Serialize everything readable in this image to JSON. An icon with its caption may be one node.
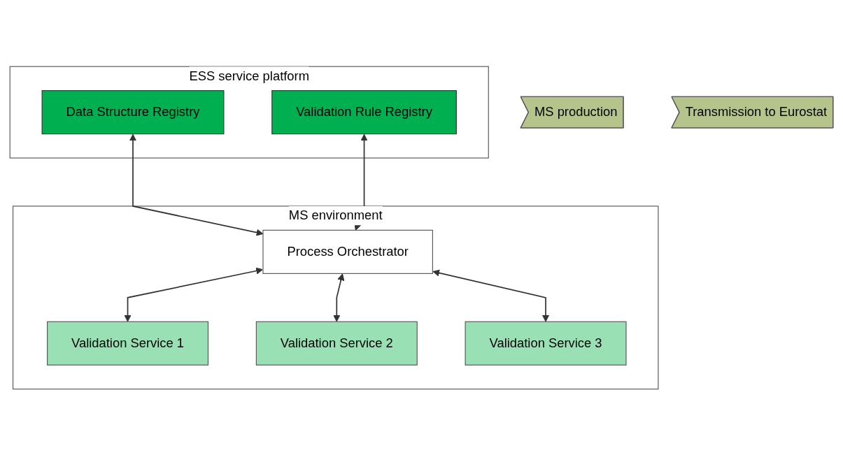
{
  "diagram": {
    "nodes": [
      {
        "text": [
          "ESS service platform"
        ]
      },
      {
        "text": [
          "Data Structure Registry"
        ],
        "in": 0
      },
      {
        "text": [
          "Validation Rule Registry"
        ],
        "in": 0
      },
      {
        "text": [
          "MS environment"
        ]
      },
      {
        "text": [
          "Process Orchestrator"
        ],
        "in": 3
      },
      {
        "text": [
          "Validation Service 1"
        ],
        "in": 3
      },
      {
        "text": [
          "Validation Service 2"
        ],
        "in": 3
      },
      {
        "text": [
          "Validation Service 3"
        ],
        "in": 3
      },
      {
        "text": [
          "MS production"
        ]
      },
      {
        "text": [
          "Transmission to Eurostat"
        ]
      }
    ],
    "edges": [
      {
        "from": 1,
        "to": 4,
        "arrow": "both"
      },
      {
        "from": 2,
        "to": 4,
        "arrow": "both"
      },
      {
        "from": 4,
        "to": 5,
        "arrow": "both"
      },
      {
        "from": 4,
        "to": 6,
        "arrow": "both"
      },
      {
        "from": 4,
        "to": 7,
        "arrow": "both"
      }
    ]
  }
}
